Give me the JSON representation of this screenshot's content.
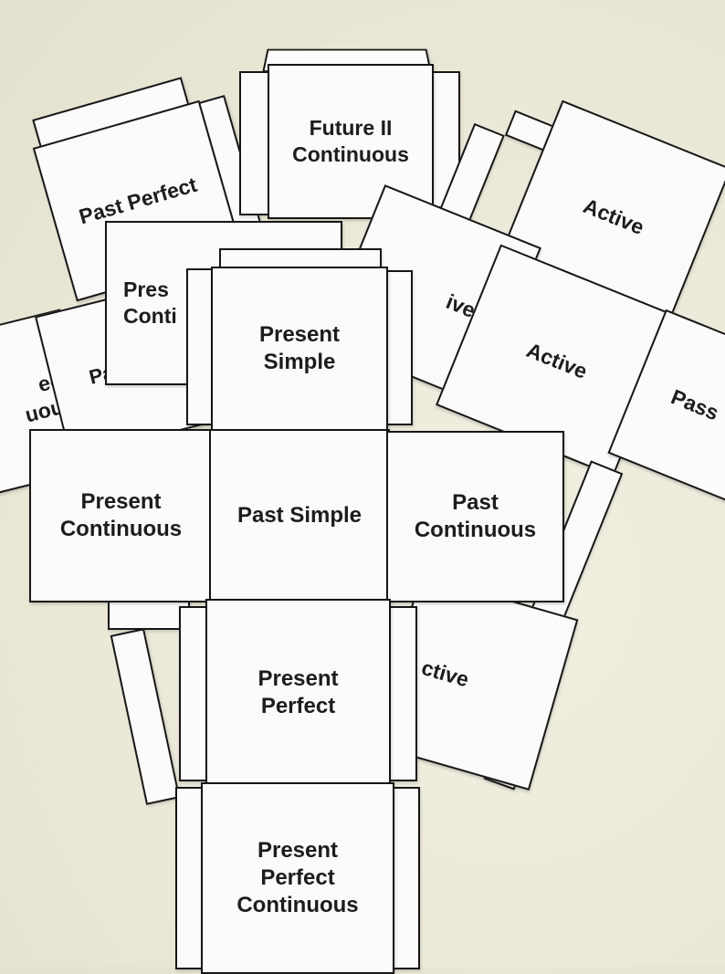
{
  "cards": {
    "past_perfect": "Past Perfect",
    "future_ii_continuous": "Future II Continuous",
    "active_top": "Active",
    "active_middle": "Active",
    "passive_partial": "Pass",
    "present_continuous_partial": "Pres Conti",
    "ive_partial": "ive",
    "pa_partial": "Pa",
    "ect_uous_partial": "ect uous",
    "present_simple": "Present Simple",
    "present_continuous": "Present Continuous",
    "past_simple": "Past Simple",
    "past_continuous": "Past Continuous",
    "present_perfect": "Present Perfect",
    "ctive_partial": "ctive",
    "present_perfect_continuous": "Present Perfect Continuous"
  },
  "colors": {
    "background": "#ebe8d7",
    "card": "#fbfbfb",
    "ink": "#161616"
  }
}
